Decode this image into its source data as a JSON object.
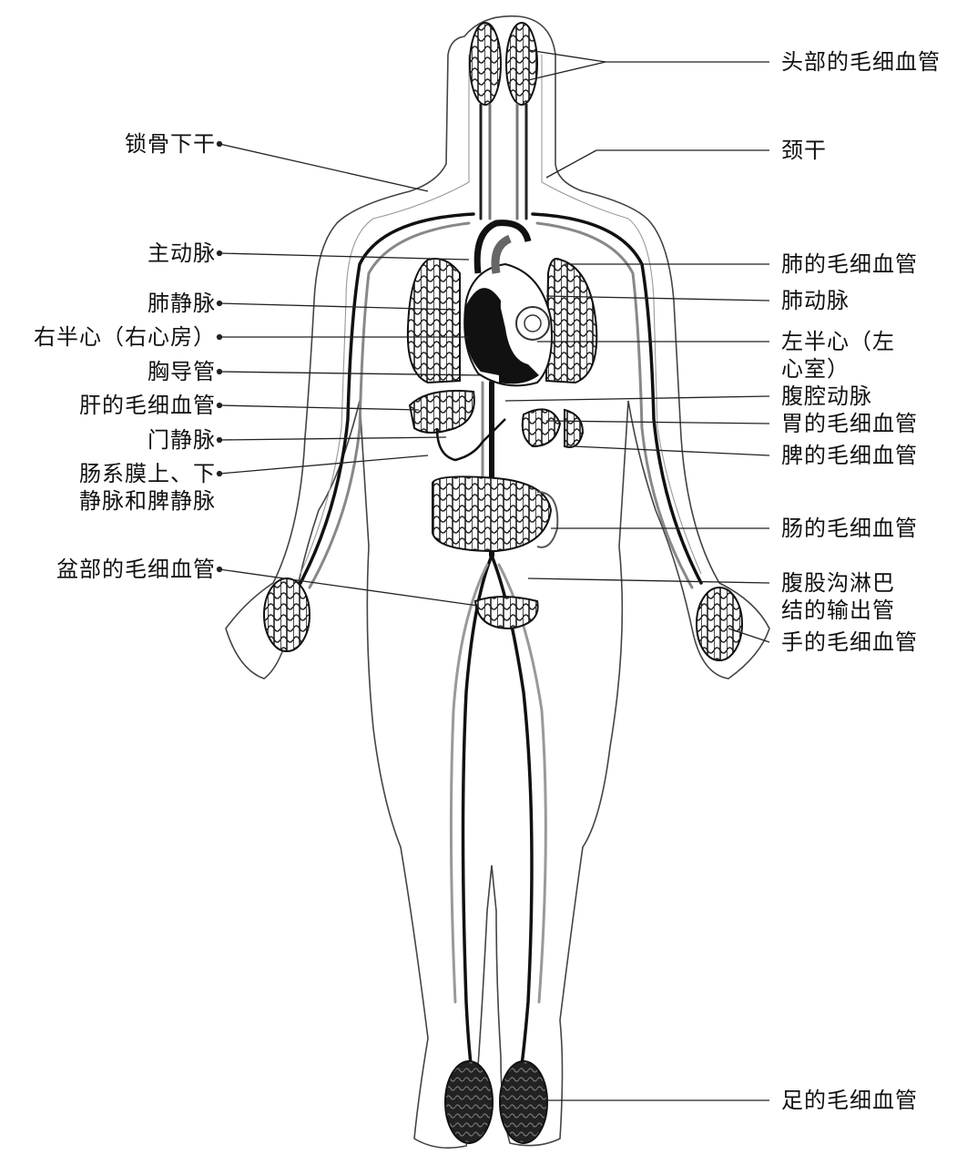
{
  "figure": {
    "labels_left": [
      {
        "id": "subclavian-trunk",
        "lines": [
          "锁骨下干"
        ]
      },
      {
        "id": "aorta",
        "lines": [
          "主动脉"
        ]
      },
      {
        "id": "pulmonary-vein",
        "lines": [
          "肺静脉"
        ]
      },
      {
        "id": "right-heart",
        "lines": [
          "右半心（右心房）"
        ]
      },
      {
        "id": "thoracic-duct",
        "lines": [
          "胸导管"
        ]
      },
      {
        "id": "liver-capillaries",
        "lines": [
          "肝的毛细血管"
        ]
      },
      {
        "id": "portal-vein",
        "lines": [
          "门静脉"
        ]
      },
      {
        "id": "mesenteric-splenic-veins",
        "lines": [
          "肠系膜上、下",
          "静脉和脾静脉"
        ]
      },
      {
        "id": "pelvic-capillaries",
        "lines": [
          "盆部的毛细血管"
        ]
      }
    ],
    "labels_right": [
      {
        "id": "head-capillaries",
        "lines": [
          "头部的毛细血管"
        ]
      },
      {
        "id": "jugular-trunk",
        "lines": [
          "颈干"
        ]
      },
      {
        "id": "lung-capillaries",
        "lines": [
          "肺的毛细血管"
        ]
      },
      {
        "id": "pulmonary-artery",
        "lines": [
          "肺动脉"
        ]
      },
      {
        "id": "left-heart",
        "lines": [
          "左半心（左",
          "心室）"
        ]
      },
      {
        "id": "celiac-artery",
        "lines": [
          "腹腔动脉"
        ]
      },
      {
        "id": "stomach-capillaries",
        "lines": [
          "胃的毛细血管"
        ]
      },
      {
        "id": "spleen-capillaries",
        "lines": [
          "脾的毛细血管"
        ]
      },
      {
        "id": "intestine-capillaries",
        "lines": [
          "肠的毛细血管"
        ]
      },
      {
        "id": "inguinal-lymph-efferent",
        "lines": [
          "腹股沟淋巴",
          "结的输出管"
        ]
      },
      {
        "id": "hand-capillaries",
        "lines": [
          "手的毛细血管"
        ]
      },
      {
        "id": "foot-capillaries",
        "lines": [
          "足的毛细血管"
        ]
      }
    ]
  }
}
